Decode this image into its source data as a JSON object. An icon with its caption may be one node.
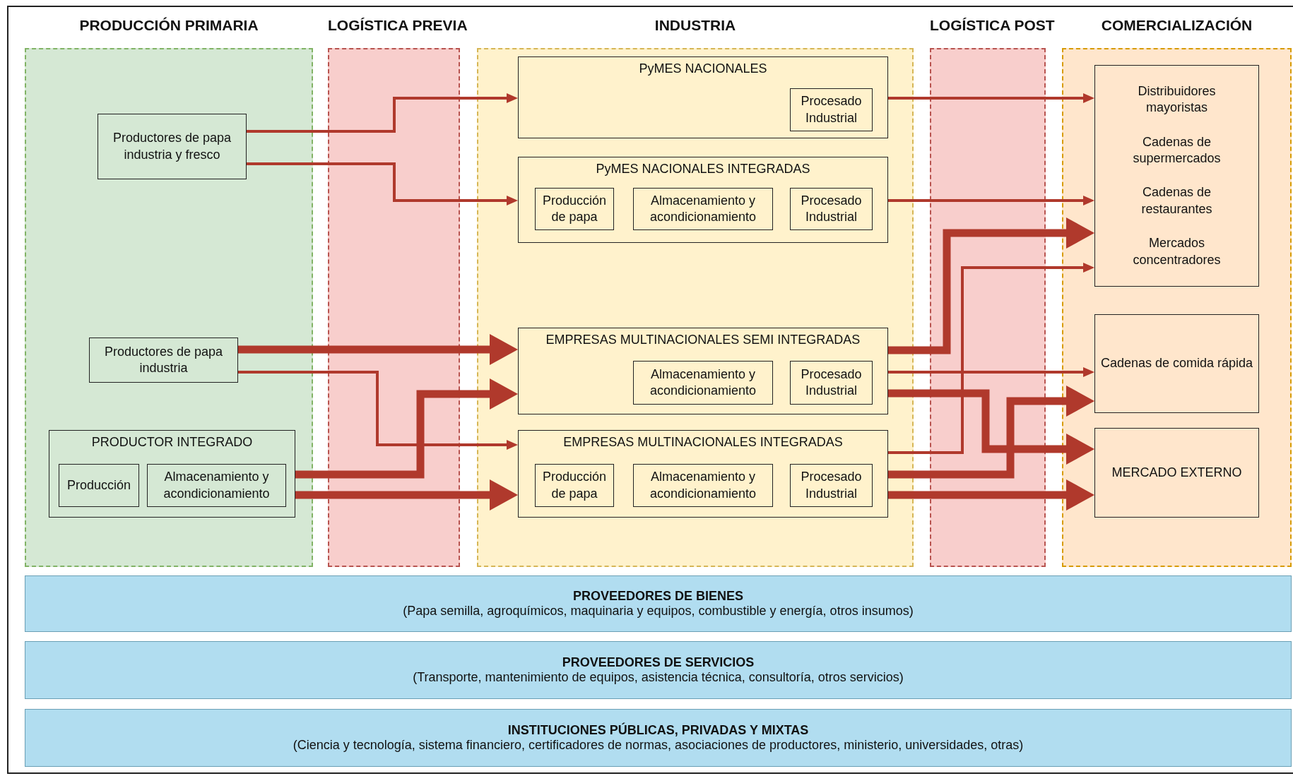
{
  "diagram": {
    "nodes": [
      {
        "text": [
          "PRODUCCIÓN PRIMARIA"
        ]
      },
      {
        "text": [
          "Productores de papa industria y fresco"
        ],
        "in": 0
      },
      {
        "text": [
          "Productores de papa industria"
        ],
        "in": 0
      },
      {
        "text": [
          "PRODUCTOR INTEGRADO"
        ],
        "in": 0
      },
      {
        "text": [
          "Producción"
        ],
        "in": 3
      },
      {
        "text": [
          "Almacenamiento y acondicionamiento"
        ],
        "in": 3
      },
      {
        "text": [
          "INDUSTRIA"
        ]
      },
      {
        "text": [
          "PyMES NACIONALES"
        ],
        "in": 6
      },
      {
        "text": [
          "Procesado Industrial"
        ],
        "in": 7
      },
      {
        "text": [
          "PyMES NACIONALES INTEGRADAS"
        ],
        "in": 6
      },
      {
        "text": [
          "Producción de papa"
        ],
        "in": 9
      },
      {
        "text": [
          "Almacenamiento y acondicionamiento"
        ],
        "in": 9
      },
      {
        "text": [
          "Procesado Industrial"
        ],
        "in": 9
      },
      {
        "text": [
          "EMPRESAS MULTINACIONALES SEMI INTEGRADAS"
        ],
        "in": 6
      },
      {
        "text": [
          "Almacenamiento y acondicionamiento"
        ],
        "in": 13
      },
      {
        "text": [
          "Procesado Industrial"
        ],
        "in": 13
      },
      {
        "text": [
          "EMPRESAS MULTINACIONALES INTEGRADAS"
        ],
        "in": 6
      },
      {
        "text": [
          "Producción de papa"
        ],
        "in": 16
      },
      {
        "text": [
          "Almacenamiento y acondicionamiento"
        ],
        "in": 16
      },
      {
        "text": [
          "Procesado Industrial"
        ],
        "in": 16
      },
      {
        "text": [
          "COMERCIALIZACIÓN"
        ]
      },
      {
        "text": [
          "Distribuidores mayoristas",
          "Cadenas de supermercados",
          "Cadenas de restaurantes",
          "Mercados concentradores"
        ],
        "in": 20
      },
      {
        "text": [
          "Cadenas de comida rápida"
        ],
        "in": 20
      },
      {
        "text": [
          "MERCADO EXTERNO"
        ],
        "in": 20
      },
      {
        "text": [
          "PROVEEDORES DE BIENES",
          "(Papa semilla, agroquímicos, maquinaria y equipos, combustible y energía, otros insumos)"
        ]
      },
      {
        "text": [
          "PROVEEDORES DE SERVICIOS",
          "(Transporte, mantenimiento de equipos, asistencia técnica, consultoría, otros servicios)"
        ]
      },
      {
        "text": [
          "INSTITUCIONES PÚBLICAS, PRIVADAS Y MIXTAS",
          "(Ciencia y tecnología, sistema financiero, certificadores de normas, asociaciones de productores, ministerio, universidades, otras)"
        ]
      }
    ],
    "edges": [
      {
        "from": 1,
        "to": 7,
        "arrow": "to"
      },
      {
        "from": 1,
        "to": 9,
        "arrow": "to"
      },
      {
        "from": 2,
        "to": 13,
        "arrow": "to",
        "style": "thick"
      },
      {
        "from": 2,
        "to": 16,
        "arrow": "to"
      },
      {
        "from": 3,
        "to": 13,
        "arrow": "to",
        "style": "thick"
      },
      {
        "from": 3,
        "to": 16,
        "arrow": "to",
        "style": "thick"
      },
      {
        "from": 7,
        "to": 21,
        "arrow": "to"
      },
      {
        "from": 9,
        "to": 21,
        "arrow": "to"
      },
      {
        "from": 13,
        "to": 21,
        "arrow": "to",
        "style": "thick"
      },
      {
        "from": 13,
        "to": 22,
        "arrow": "to"
      },
      {
        "from": 13,
        "to": 23,
        "arrow": "to",
        "style": "thick"
      },
      {
        "from": 16,
        "to": 21,
        "arrow": "to"
      },
      {
        "from": 16,
        "to": 22,
        "arrow": "to",
        "style": "thick"
      },
      {
        "from": 16,
        "to": 23,
        "arrow": "to",
        "style": "thick"
      }
    ],
    "labels": [
      "LOGÍSTICA PREVIA",
      "LOGÍSTICA POST"
    ]
  }
}
